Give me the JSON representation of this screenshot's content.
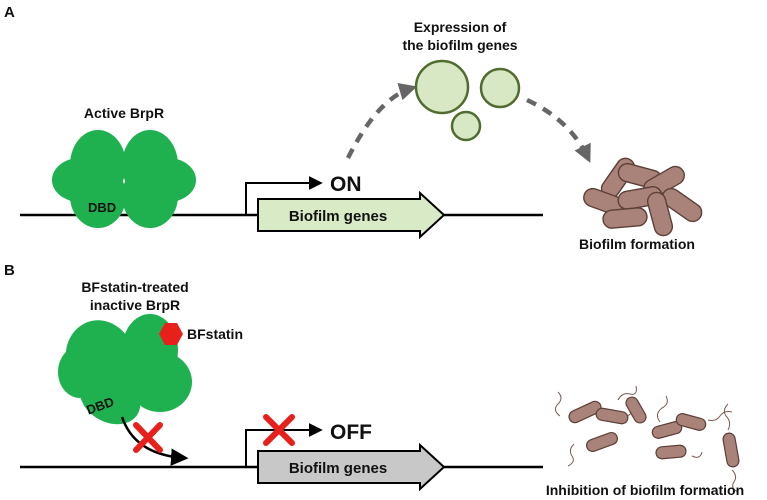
{
  "panel_a": {
    "letter": "A",
    "protein_label": "Active BrpR",
    "dbd_label": "DBD",
    "promoter_state": "ON",
    "gene_label": "Biofilm genes",
    "expression_label_line1": "Expression of",
    "expression_label_line2": "the biofilm genes",
    "outcome_label": "Biofilm formation"
  },
  "panel_b": {
    "letter": "B",
    "protein_label_line1": "BFstatin-treated",
    "protein_label_line2": "inactive BrpR",
    "inhibitor_label": "BFstatin",
    "dbd_label": "DBD",
    "promoter_state": "OFF",
    "gene_label": "Biofilm genes",
    "outcome_label": "Inhibition of biofilm formation"
  },
  "colors": {
    "protein_green": "#1fb14f",
    "gene_arrow_active": "#d9ebc6",
    "gene_arrow_inactive": "#c8c8c8",
    "expression_circle_fill": "#d8e8c4",
    "expression_circle_stroke": "#4f6d2f",
    "bacteria_brown": "#a98279",
    "inhibitor_red": "#e8201c",
    "dashed_arrow": "#666666"
  },
  "icons": {
    "blocked_mark": "red-x-icon",
    "inhibitor": "red-hexagon-icon",
    "biofilm_cluster": "bacteria-cluster-icon",
    "dispersed_bacteria": "planktonic-bacteria-icon"
  }
}
